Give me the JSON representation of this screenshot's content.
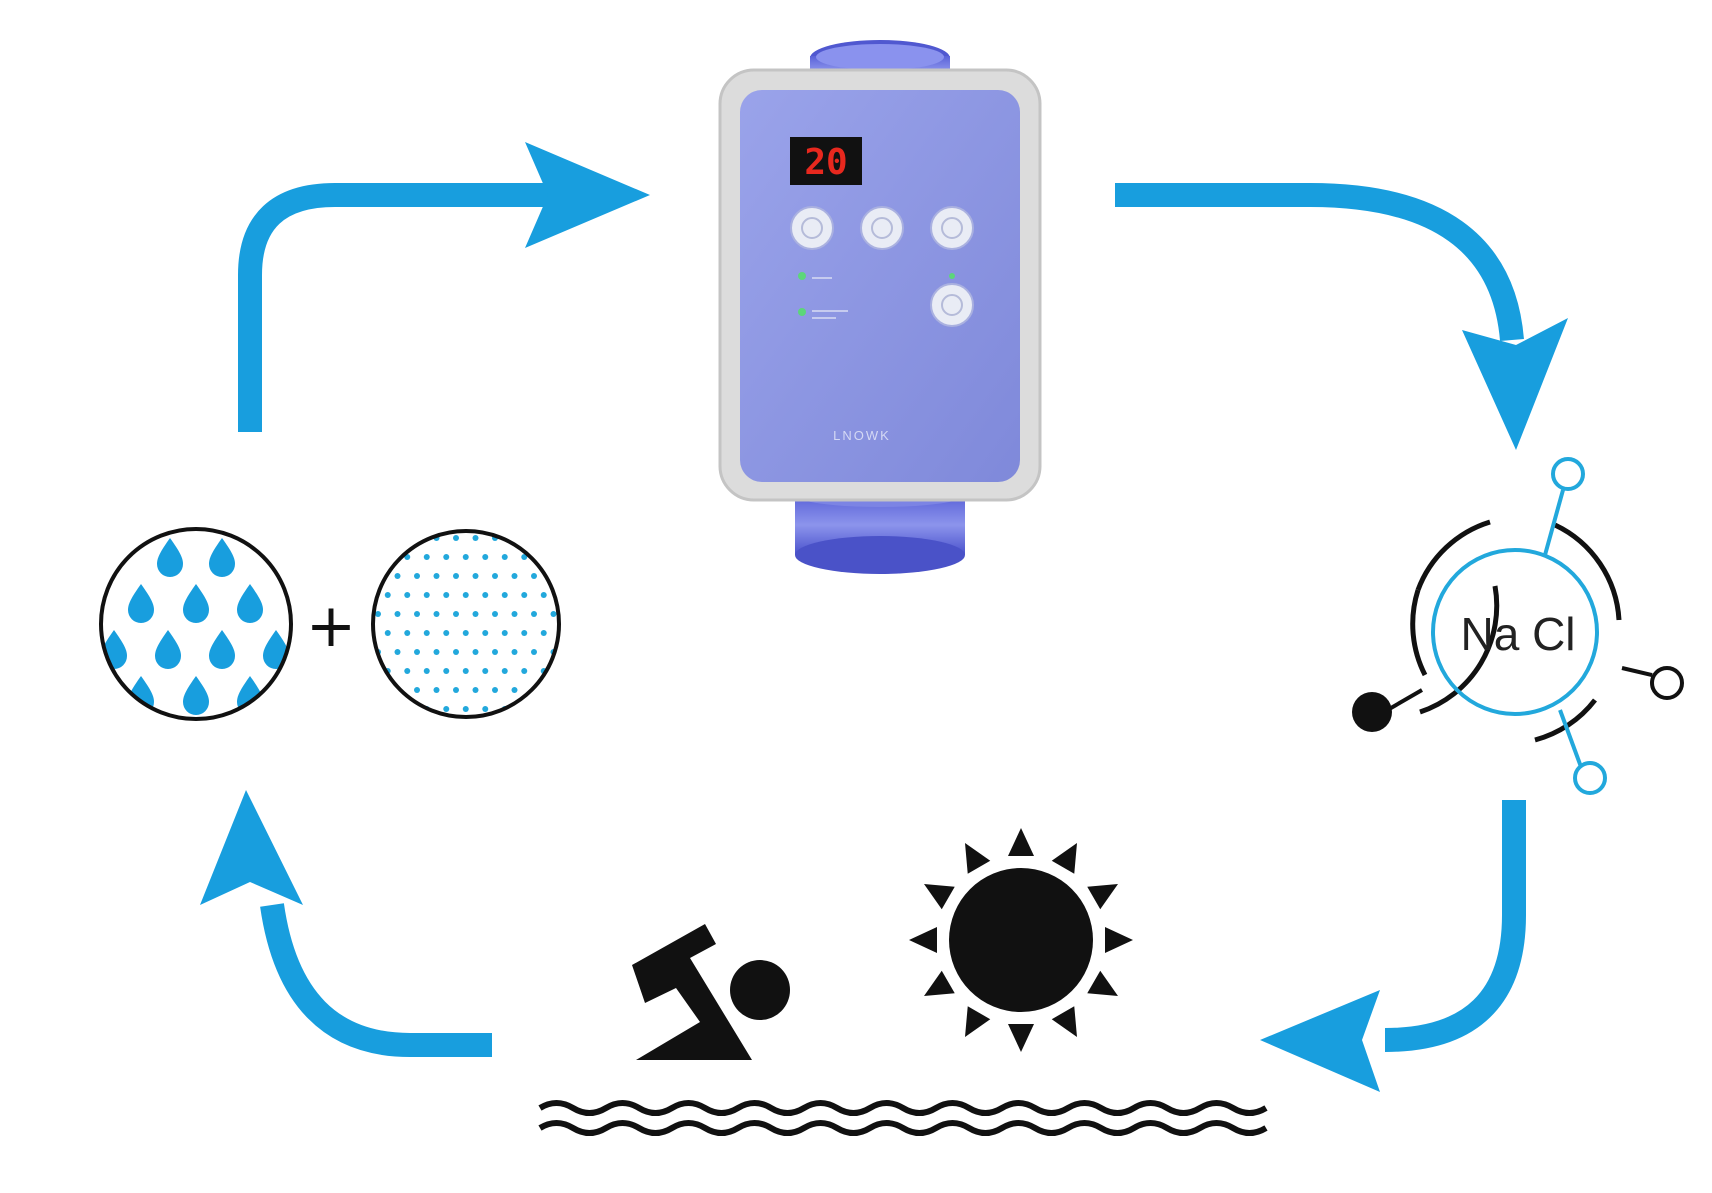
{
  "diagram": {
    "chlorinator": {
      "display_value": "20",
      "brand_label": "LNOWK"
    },
    "salt_icon": {
      "label": "Na Cl"
    },
    "water_plus_salt": {
      "operator": "+"
    },
    "colors": {
      "arrow": "#189ede",
      "accent": "#22a8dc",
      "icon_dark": "#111111",
      "device_body": "#8c96e2",
      "device_frame": "#dcdcdc",
      "connector": "#6a72e0",
      "display_bg": "#111111",
      "display_digits": "#e8281e"
    },
    "icons": [
      "water-droplet-circle-icon",
      "salt-dots-circle-icon",
      "salt-chlorinator-device",
      "nacl-molecule-icon",
      "sun-icon",
      "swimmer-icon",
      "water-waves-icon"
    ]
  }
}
